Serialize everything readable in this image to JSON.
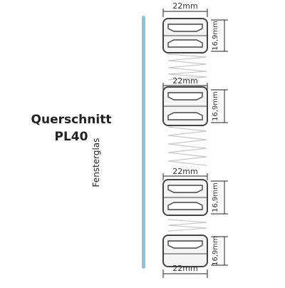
{
  "title": {
    "line1": "Querschnitt",
    "line2": "PL40"
  },
  "glass_label": "Fensterglas",
  "colors": {
    "glass": "#8cc4d6",
    "profile_stroke": "#444444",
    "profile_fill": "#f4f4f4",
    "spring": "#c8c8c8",
    "dim": "#222222"
  },
  "profiles": [
    {
      "width_label": "22mm",
      "height_label": "16,9mm"
    },
    {
      "width_label": "22mm",
      "height_label": "16,9mm"
    },
    {
      "width_label": "22mm",
      "height_label": "16,9mm"
    },
    {
      "width_label": "22mm",
      "height_label": "16,9mm"
    }
  ]
}
